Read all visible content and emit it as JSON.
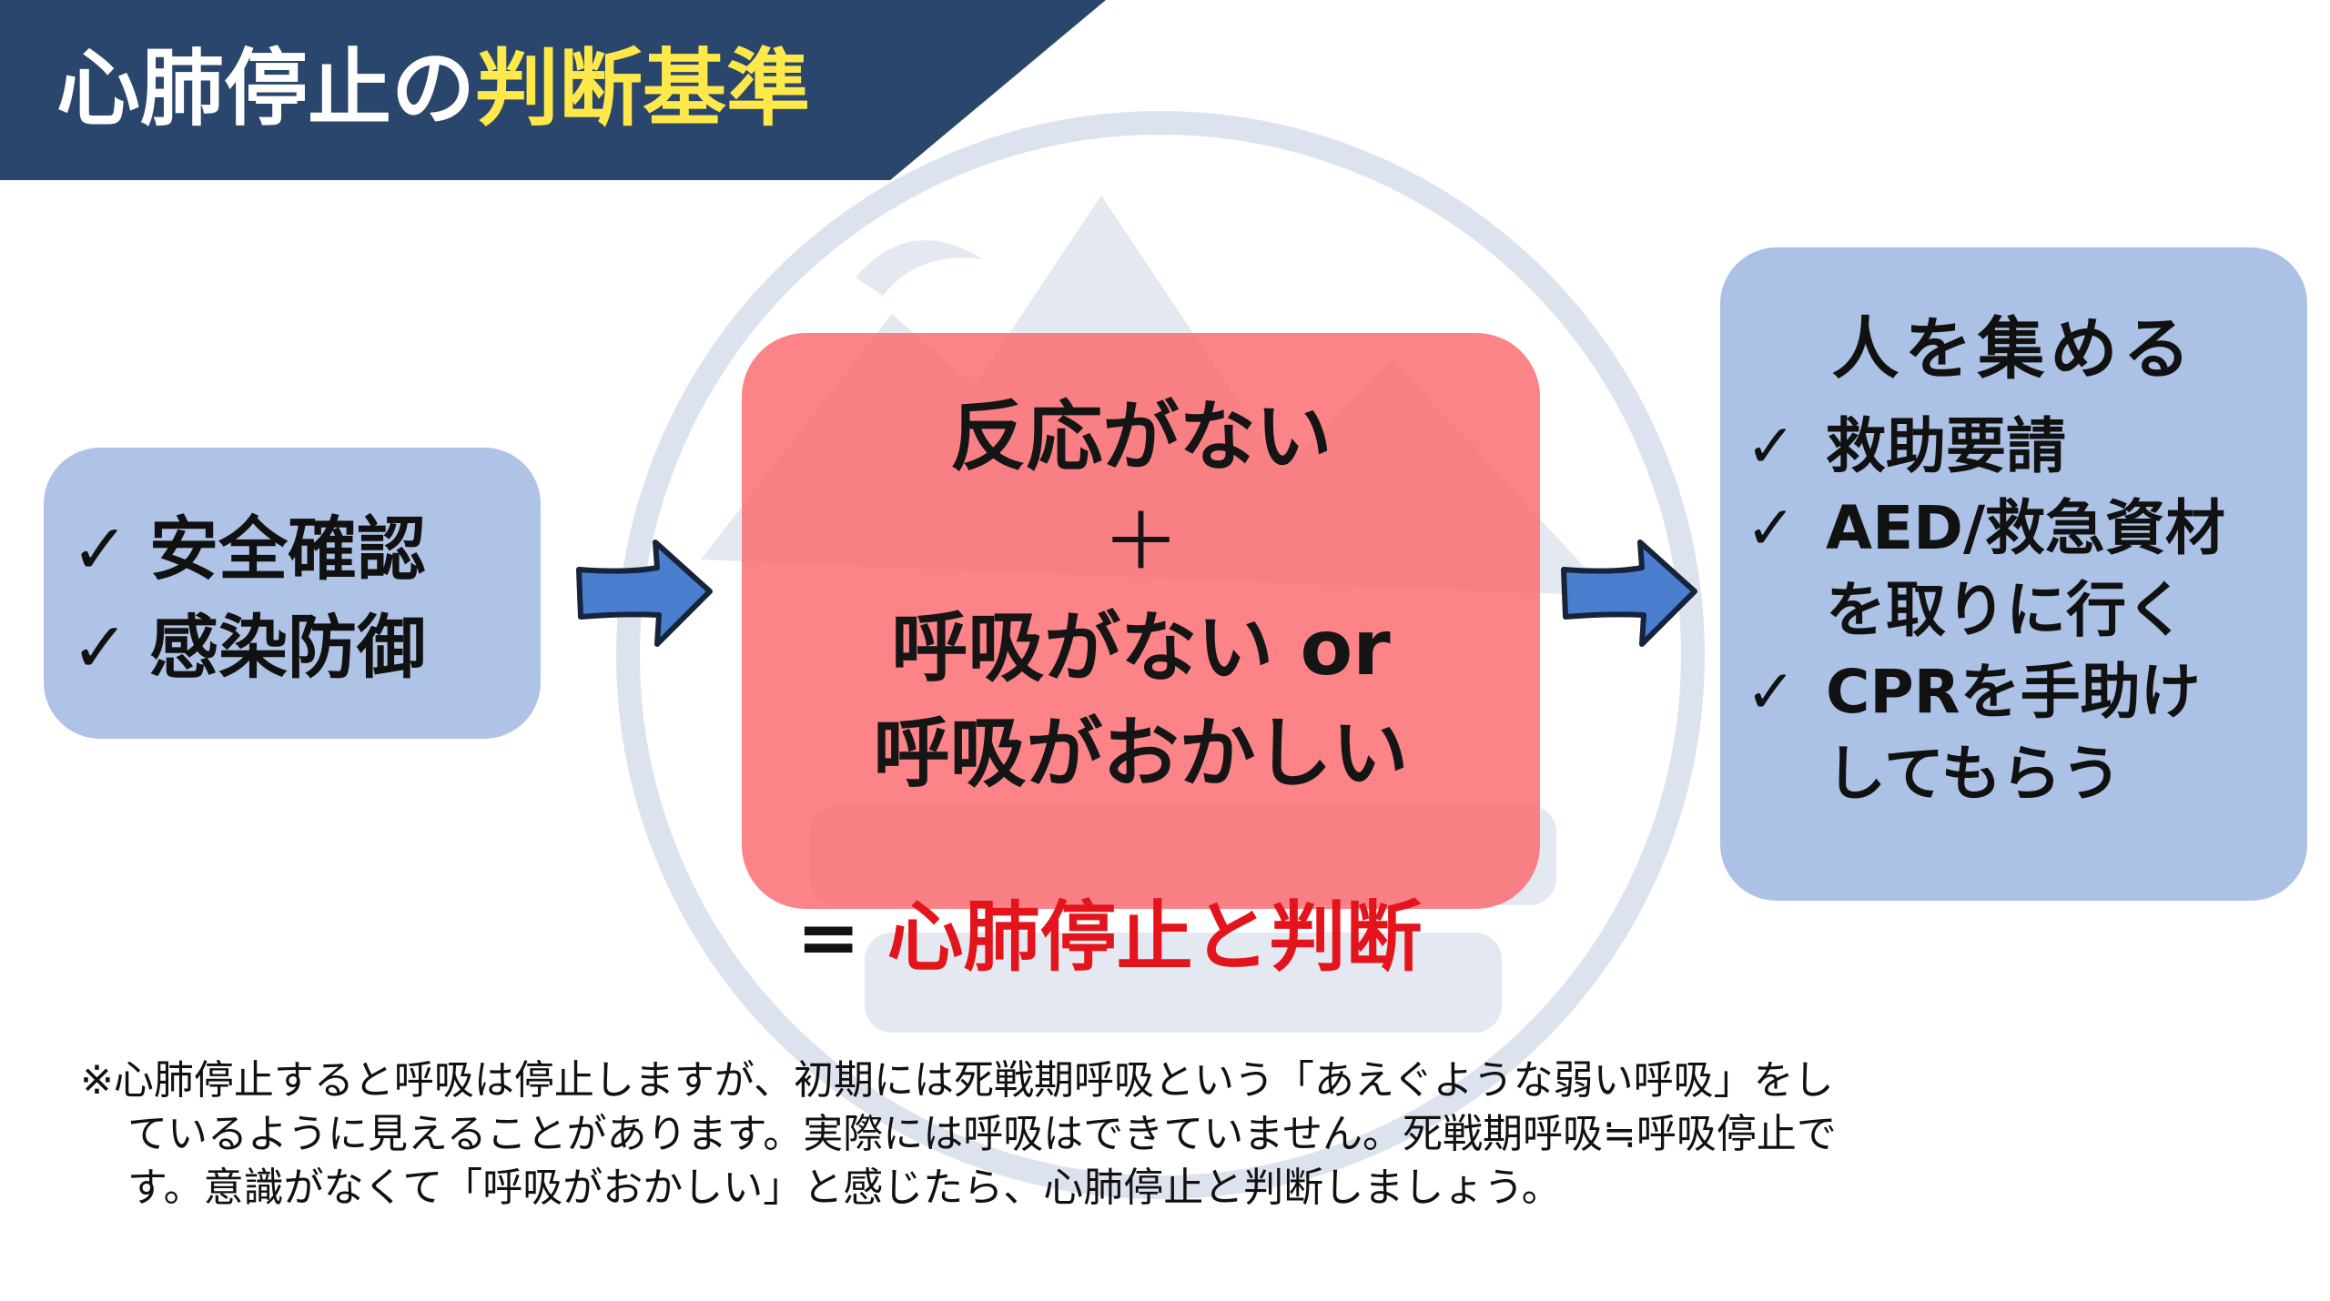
{
  "header": {
    "title_main": "心肺停止の",
    "title_accent": "判断基準"
  },
  "left_box": {
    "items": [
      "安全確認",
      "感染防御"
    ],
    "check_glyph": "✓"
  },
  "center_box": {
    "line1": "反応がない",
    "plus": "＋",
    "line2": "呼吸がない or",
    "line3": "呼吸がおかしい"
  },
  "right_box": {
    "heading": "人を集める",
    "check_glyph": "✓",
    "item1": "救助要請",
    "item2_a": "AED/救急資材",
    "item2_b": "を取りに行く",
    "item3_a": "CPRを手助け",
    "item3_b": "してもらう"
  },
  "conclusion": {
    "prefix": "= ",
    "text": "心肺停止と判断"
  },
  "footnote": {
    "line1": "※心肺停止すると呼吸は停止しますが、初期には死戦期呼吸という「あえぐような弱い呼吸」をし",
    "line2": "ているように見えることがあります。実際には呼吸はできていません。死戦期呼吸≒呼吸停止で",
    "line3": "す。意識がなくて「呼吸がおかしい」と感じたら、心肺停止と判断しましょう。"
  },
  "colors": {
    "header_bg": "#2b466c",
    "accent_yellow": "#ffe94a",
    "blue_box": "#aec3e6",
    "red_box": "#fc6b70",
    "arrow_fill": "#4a7fd0",
    "conclusion_red": "#e4141c"
  },
  "icons": [
    "check-icon",
    "right-arrow-icon",
    "mountain-watermark-logo"
  ]
}
